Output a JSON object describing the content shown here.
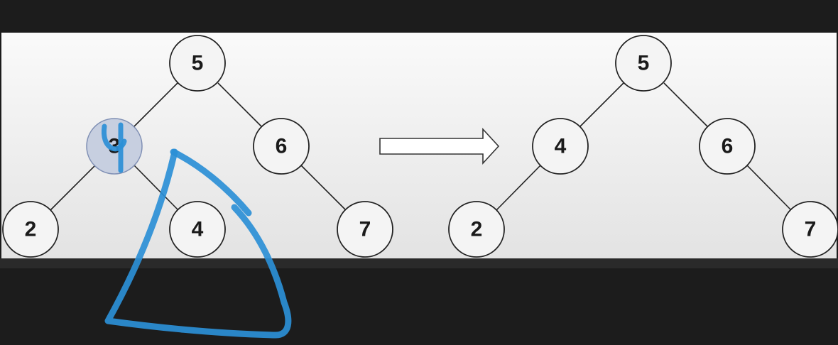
{
  "colors": {
    "ink": "#2b8fd6",
    "highlight_fill": "#c7cfe0",
    "background": "#1c1c1c"
  },
  "trees": {
    "before": {
      "root": "5",
      "left": "3",
      "right": "6",
      "left_left": "2",
      "left_right": "4",
      "right_right": "7"
    },
    "after": {
      "root": "5",
      "left": "4",
      "right": "6",
      "left_left": "2",
      "right_right": "7"
    }
  },
  "annotations": {
    "handwritten_digit": "4",
    "highlighted_node": "3"
  }
}
